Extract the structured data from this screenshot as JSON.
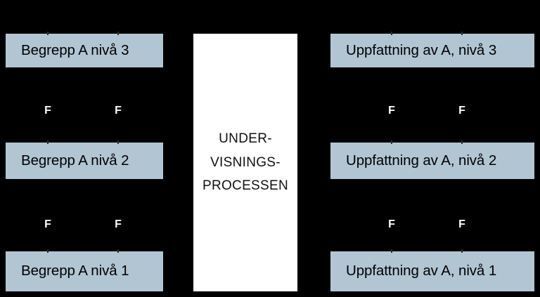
{
  "figure": {
    "background_color": "#000000",
    "box_fill_color": "#b2c5d3",
    "panel_fill_color": "#ffffff",
    "label_color": "#ffffff"
  },
  "left_column": {
    "name": "concept-levels",
    "boxes": [
      {
        "label": "Begrepp A nivå 3"
      },
      {
        "label": "Begrepp A nivå 2"
      },
      {
        "label": "Begrepp A nivå 1"
      }
    ]
  },
  "center_panel": {
    "name": "teaching-process",
    "lines": [
      "UNDER-",
      "VISNINGS-",
      "PROCESSEN"
    ]
  },
  "right_column": {
    "name": "conception-levels",
    "boxes": [
      {
        "label": "Uppfattning av A, nivå 3"
      },
      {
        "label": "Uppfattning av A, nivå 2"
      },
      {
        "label": "Uppfattning av A, nivå 1"
      }
    ]
  },
  "relation_labels": {
    "left": [
      {
        "text": "F"
      },
      {
        "text": "F"
      },
      {
        "text": "F"
      },
      {
        "text": "F"
      }
    ],
    "right": [
      {
        "text": "F"
      },
      {
        "text": "F"
      },
      {
        "text": "F"
      },
      {
        "text": "F"
      }
    ]
  }
}
